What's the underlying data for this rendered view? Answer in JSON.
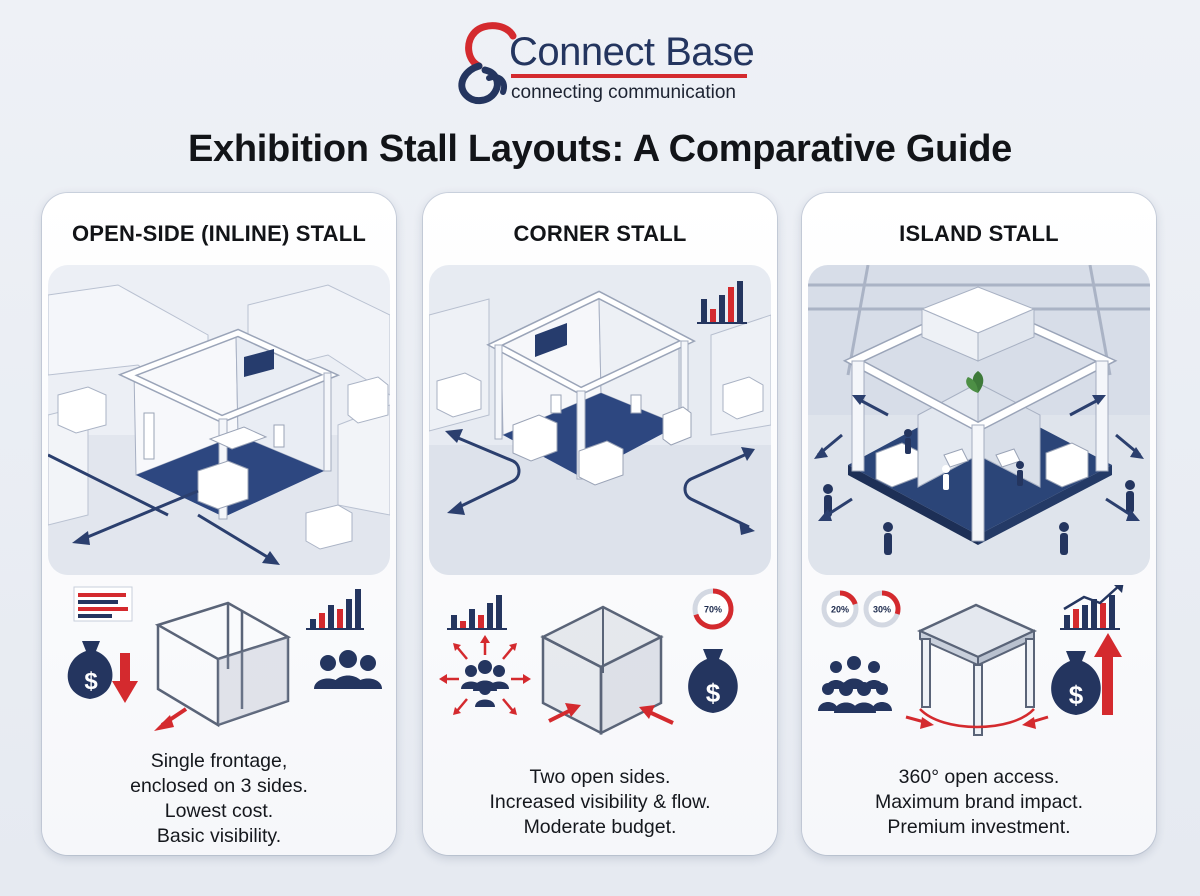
{
  "brand": {
    "name": "Connect Base",
    "tagline": "connecting communication",
    "colors": {
      "navy": "#24355f",
      "red": "#d42a2e"
    }
  },
  "title": "Exhibition Stall Layouts: A Comparative Guide",
  "cards": [
    {
      "title": "OPEN-SIDE (INLINE) STALL",
      "icons": [
        "horizontal-bar-chart-icon",
        "money-bag-down-arrow-icon",
        "three-sided-booth-icon",
        "bar-chart-icon",
        "people-group-icon"
      ],
      "description": [
        "Single frontage,",
        "enclosed on 3 sides.",
        "Lowest cost.",
        "Basic visibility."
      ]
    },
    {
      "title": "CORNER STALL",
      "icons": [
        "bar-chart-icon",
        "crowd-spread-icon",
        "two-open-sides-booth-icon",
        "percent-ring-icon",
        "money-bag-icon"
      ],
      "ring_label": "70%",
      "description": [
        "Two open sides.",
        "Increased visibility & flow.",
        "Moderate budget."
      ]
    },
    {
      "title": "ISLAND STALL",
      "icons": [
        "percent-ring-icon",
        "percent-ring-icon",
        "rising-bar-chart-icon",
        "crowd-icon",
        "open-frame-booth-icon",
        "money-bag-up-arrow-icon"
      ],
      "ring_labels": [
        "20%",
        "30%"
      ],
      "description": [
        "360° open access.",
        "Maximum brand impact.",
        "Premium investment."
      ]
    }
  ]
}
